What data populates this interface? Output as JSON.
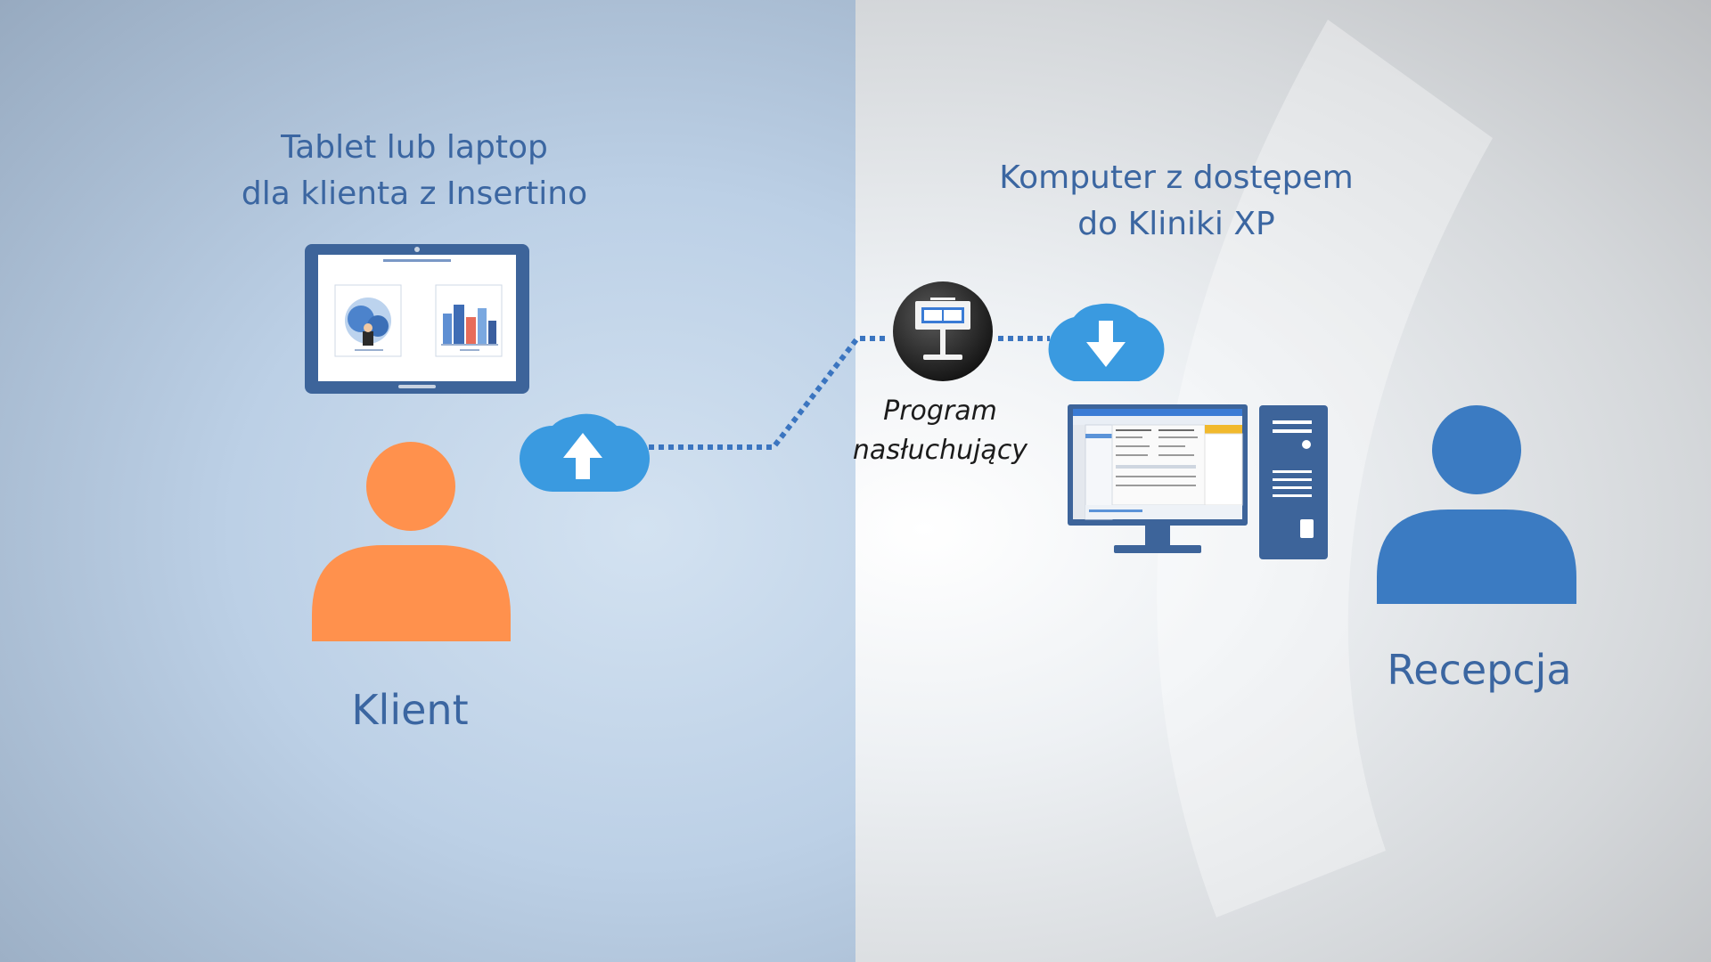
{
  "diagram": {
    "tablet_label": [
      "Tablet lub laptop",
      "dla klienta z Insertino"
    ],
    "client_label": "Klient",
    "listener_label": [
      "Program",
      "nasłuchujący"
    ],
    "computer_label": [
      "Komputer z dostępem",
      "do Kliniki XP"
    ],
    "reception_label": "Recepcja"
  },
  "icons": [
    "tablet-icon",
    "client-person-icon",
    "cloud-upload-icon",
    "connection-line-icon",
    "listener-program-icon",
    "cloud-download-icon",
    "monitor-icon",
    "pc-tower-icon",
    "reception-person-icon"
  ],
  "colors": {
    "text": "#3b66a1",
    "client": "#ff914d",
    "reception": "#3b7bc2",
    "cloud": "#3a9ae0",
    "device": "#3d649a",
    "connector": "#3b75c0"
  }
}
